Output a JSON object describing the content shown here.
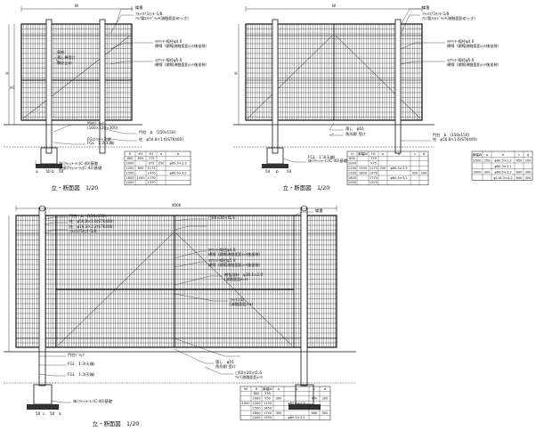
{
  "colors": {
    "ink": "#111111",
    "paper": "#ffffff",
    "accent_ink": "#1a1a1a"
  },
  "gate_a": {
    "label_w": "W",
    "label_h": "H",
    "label_left_dim": "H1",
    "caption": "立・断面図　1/20",
    "callouts": [
      "蝶番",
      "ﾌﾗｯｸｽ｢1ｾﾝﾀｰ1/8",
      "ｱﾙﾐ製ｽﾗｲﾄﾞﾗｯﾁ(溶融亜鉛めっき)",
      "ﾀﾃﾜｲﾔｰ線径φ4.0",
      "横線（鋼線溶融亜鉛ﾒｯｷ後塗装）",
      "ﾖｺﾜｲﾔｰ線径φ5.0",
      "横線（鋼線溶融亜鉛ﾒｯｷ後塗装）",
      "門柱　b　(150x150)",
      "門柱ﾌﾞﾛｯｸ",
      "(100×120×300)",
      "柱　φ50.8×1.6(STK400)",
      "FGｺﾝｸﾘｰﾄ天端",
      "FGL　1:3(天端)",
      "落し棒受け",
      "床(ｸﾗｯｼｬｰﾗﾝ)C-40)基礎",
      "溶接(ｸﾗｯｼｬｰﾗﾝ)C-40)基礎",
      "扉枠",
      "開き止め",
      "50",
      "b",
      "50",
      "a"
    ],
    "table_head": [
      "H",
      "H1",
      "H1",
      "a",
      "b"
    ],
    "table_rows": [
      [
        "800",
        "600",
        "775",
        "",
        ""
      ],
      [
        "1000",
        "",
        "975",
        "250",
        "φ60.5×2.3"
      ],
      [
        "1200",
        "800",
        "1175",
        "",
        ""
      ],
      [
        "1500",
        "",
        "1470",
        "",
        "φ60.5×3.2"
      ],
      [
        "1800",
        "1000",
        "1770",
        "",
        ""
      ],
      [
        "2000",
        "",
        "1970",
        "",
        ""
      ]
    ]
  },
  "gate_b": {
    "label_w": "W",
    "label_h": "H",
    "caption": "立・断面図　1/20",
    "callouts": [
      "蝶番",
      "ﾌﾗｯｸｽ｢1ｾﾝﾀｰ1/8",
      "ｱﾙﾐ製ｽﾗｲﾄﾞﾗｯﾁ(溶融亜鉛めっき)",
      "ﾀﾃﾜｲﾔｰ線径φ4.0",
      "横線（鋼線溶融亜鉛ﾒｯｷ後塗装）",
      "ﾖｺﾜｲﾔｰ線径φ5.0",
      "横線（鋼線溶融亜鉛ﾒｯｷ後塗装）",
      "落し　φ16",
      "角形鋼ﾞ受け",
      "門柱　b　(150x150)",
      "柱　φ50.8×1.6(STK400)",
      "FGL　1:3(天端)",
      "床(ｸﾗｯｼｬｰﾗﾝ)C-40)基礎",
      "50",
      "b",
      "50"
    ],
    "table1_head": [
      "H",
      "扉幅W",
      "H1",
      "a",
      "b",
      "c",
      "d"
    ],
    "table1_rows": [
      [
        "800",
        "",
        "775",
        "",
        "",
        "",
        ""
      ],
      [
        "1000",
        "",
        "975",
        "",
        "",
        "",
        ""
      ],
      [
        "1200",
        "1500",
        "1175",
        "250",
        "φ60.5×2.3",
        "",
        ""
      ],
      [
        "1500",
        "1800",
        "1470",
        "",
        "",
        "450",
        "200"
      ],
      [
        "1800",
        "",
        "1770",
        "",
        "φ60.5×3.2",
        "",
        ""
      ],
      [
        "2000",
        "",
        "1970",
        "",
        "",
        "",
        ""
      ]
    ],
    "table2_head": [
      "扉幅W",
      "a",
      "b",
      "c",
      "d"
    ],
    "table2_rows": [
      [
        "2500",
        "250",
        "φ60.5×2.3",
        "450",
        "200"
      ],
      [
        "",
        "",
        "φ60.5×3.2",
        "",
        ""
      ],
      [
        "3000",
        "300",
        "φ60.5×3.2",
        "600",
        "300"
      ],
      [
        "",
        "",
        "φ114.3×3.2",
        "600",
        "300"
      ]
    ]
  },
  "gate_c": {
    "label_w": "4000",
    "caption": "立・断面図　1/20",
    "callouts": [
      "門柱　b　(150x150)",
      "柱　φ50.8×1.6(STK400)",
      "柱　φ76.3×3.2(STK400)",
      "ﾌﾗｯｸｽ｢1ｾﾝﾀｰ1/8",
      "□60×30×t1.6",
      "蝶番",
      "ﾀﾃﾜｲﾔｰ線径φ4.0",
      "横線（鋼線溶融亜鉛ﾒｯｷ後塗装）",
      "ﾖｺﾜｲﾔｰ線径φ5.0",
      "横線（鋼線溶融亜鉛ﾒｯｷ後塗装）",
      "補強部材　φ38.1×2.0",
      "(溶融亜鉛ﾒｯｷ)",
      "ﾌﾗｯｸｽ(1)",
      "(溶融亜鉛ﾒｯｷ)",
      "落し　φ16",
      "角形鋼ﾞ受け",
      "□60×30×t1.6",
      "ｱﾙﾐ(溶融亜鉛ﾒｯｷ",
      "門柱ﾌﾞﾛｯｸ",
      "FGL　1:3(天端)",
      "FGL　1:3(天端)",
      "床(ｸﾗｯｼｬｰﾗﾝ)C-40)基礎",
      "50",
      "c",
      "50",
      "a"
    ],
    "table_head": [
      "W",
      "H",
      "扉幅W",
      "a",
      "b",
      "c",
      "d"
    ],
    "table_rows": [
      [
        "",
        "800",
        "750",
        "",
        "",
        "",
        ""
      ],
      [
        "",
        "1000",
        "950",
        "300",
        "",
        "450",
        "200"
      ],
      [
        "4000",
        "1200",
        "1150",
        "",
        "φ89.1×2.3",
        "",
        ""
      ],
      [
        "",
        "1500",
        "1450",
        "",
        "",
        "",
        ""
      ],
      [
        "",
        "1800",
        "1750",
        "350",
        "",
        "600",
        "300"
      ],
      [
        "",
        "2000",
        "1950",
        "",
        "φ89.1×3.2",
        "",
        ""
      ]
    ]
  }
}
